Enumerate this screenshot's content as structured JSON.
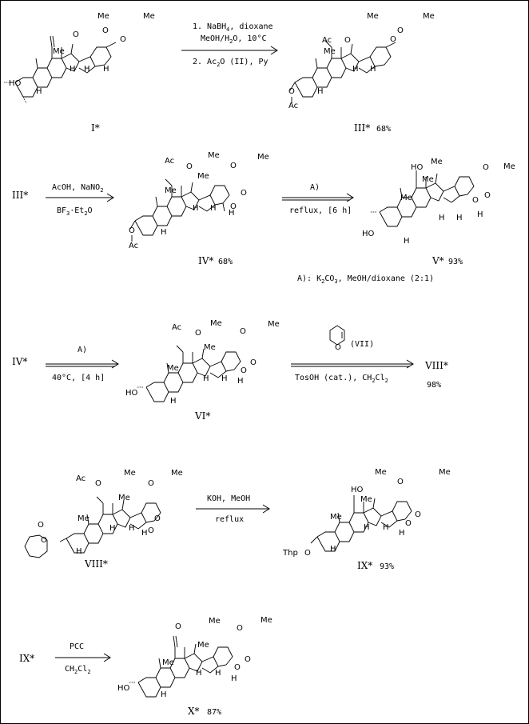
{
  "atoms": {
    "ho": "HO",
    "h": "H",
    "o": "O",
    "me": "Me",
    "ac": "Ac",
    "thp": "Thp",
    "pyran_o": "O"
  },
  "compounds": {
    "I": {
      "label": "I*",
      "yield": ""
    },
    "III": {
      "label": "III*",
      "yield": "68%"
    },
    "IV": {
      "label": "IV*",
      "yield": "68%"
    },
    "V": {
      "label": "V*",
      "yield": "93%"
    },
    "VI": {
      "label": "VI*",
      "yield": ""
    },
    "VIII": {
      "label": "VIII*",
      "yield": "98%"
    },
    "IX": {
      "label": "IX*",
      "yield": "93%"
    },
    "X": {
      "label": "X*",
      "yield": "87%"
    }
  },
  "steps": [
    {
      "id": "s1",
      "above": [
        "1. NaBH4, dioxane",
        "MeOH/H2O, 10°C"
      ],
      "below": [
        "2. Ac2O (II), Py"
      ]
    },
    {
      "id": "s2",
      "start": "III*",
      "above": [
        "AcOH, NaNO2"
      ],
      "below": [
        "BF3·Et2O"
      ]
    },
    {
      "id": "s3",
      "above": [
        "A)"
      ],
      "below": [
        "reflux, [6 h]"
      ]
    },
    {
      "id": "s4",
      "start": "IV*",
      "above": [
        "A)"
      ],
      "below": [
        "40°C, [4 h]"
      ]
    },
    {
      "id": "s5",
      "above": [
        "(VII)"
      ],
      "below": [
        "TosOH (cat.), CH2Cl2"
      ],
      "product": "VIII*"
    },
    {
      "id": "s6",
      "above": [
        "KOH,  MeOH"
      ],
      "below": [
        "reflux"
      ]
    },
    {
      "id": "s7",
      "start": "IX*",
      "above": [
        "PCC"
      ],
      "below": [
        "CH2Cl2"
      ]
    }
  ],
  "footnote": "A): K2CO3, MeOH/dioxane (2:1)"
}
